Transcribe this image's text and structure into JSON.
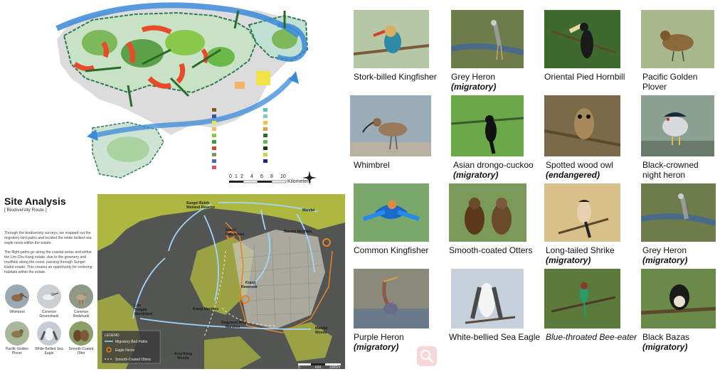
{
  "map_top": {
    "scale_labels": [
      "0",
      "1",
      "2",
      "4",
      "6",
      "8",
      "10"
    ],
    "scale_unit": "Kilometers",
    "legend_colors_left": [
      "#7a5a2a",
      "#3a52a8",
      "#f2e24a",
      "#f4b66a",
      "#8ac84a",
      "#3e9a3a",
      "#c84a3a",
      "#7a9a5a",
      "#4a6aa8",
      "#d85a6a"
    ],
    "legend_colors_right": [
      "#5ac0c8",
      "#8ac8b8",
      "#f2c040",
      "#e89a3a",
      "#2a6a2a",
      "#6ab84a",
      "#1a3a1a",
      "#c8d84a",
      "#1a2a6a"
    ]
  },
  "site_analysis": {
    "title": "Site Analysis",
    "subtitle": "[ Biodiversity Route ]",
    "para1": "Through the biodiversity surveys, we mapped out the migratory bird paths and located the white bellied sea eagle nests within the estate.",
    "para2": "The flight paths go along the coastal areas and within the Lim Chu Kang estate, due to the greenery and mudflats along the coast, passing through Sungei Kadut estate. This creates an opportunity for restoring habitats within the estate.",
    "circles": [
      {
        "label": "Whimbrel"
      },
      {
        "label": "Common Greenshank"
      },
      {
        "label": "Common Redshank"
      },
      {
        "label": "Pacific Golden Plover"
      },
      {
        "label": "White Bellied Sea Eagle"
      },
      {
        "label": "Smooth Coated Otter"
      }
    ]
  },
  "map_bottom": {
    "labels": {
      "l1": "Sungei Buloh",
      "l1b": "Wetland Reserve",
      "l2": "Kranji",
      "l2b": "Mangroves",
      "l3": "Mandai Mudflats",
      "l4": "Kranji",
      "l4b": "Reservoir",
      "l5": "Kranji Marshes",
      "l6": "Lim",
      "l6b": "Tengah",
      "l6c": "Marshland",
      "l7": "Stagmont Ring",
      "l7b": "Marshes",
      "l8": "Mandai",
      "l8b": "Woods",
      "l9": "Area Kang",
      "l9b": "Woods",
      "l10": "Mandai"
    },
    "legend": {
      "title": "LEGEND",
      "item1": "Migratory Bird Paths",
      "item2": "Eagle Nests",
      "item3": "Smooth-Coated Otters"
    },
    "scale": [
      "0",
      "600",
      "1000m"
    ]
  },
  "birds": [
    {
      "name": "Stork-billed Kingfisher",
      "status": ""
    },
    {
      "name": "Grey Heron",
      "status": "(migratory)"
    },
    {
      "name": "Oriental Pied Hornbill",
      "status": ""
    },
    {
      "name": "Pacific Golden",
      "name2": "Plover",
      "status": ""
    },
    {
      "name": "Whimbrel",
      "status": ""
    },
    {
      "name": "Asian drongo-cuckoo",
      "status": "(migratory)"
    },
    {
      "name": "Spotted wood owl",
      "status": "(endangered)"
    },
    {
      "name": "Black-crowned",
      "name2": "night heron",
      "status": ""
    },
    {
      "name": "Common Kingfisher",
      "status": ""
    },
    {
      "name": "Smooth-coated Otters",
      "status": ""
    },
    {
      "name": "Long-tailed Shrike",
      "status": "(migratory)"
    },
    {
      "name": "Grey Heron",
      "status": "(migratory)"
    },
    {
      "name": "Purple Heron",
      "status": "(migratory)"
    },
    {
      "name": "White-bellied Sea Eagle",
      "status": ""
    },
    {
      "name": "Blue-throated Bee-eater",
      "status": ""
    },
    {
      "name": "Black Bazas",
      "status": "(migratory)"
    }
  ],
  "icons": {
    "north_arrow": "compass-icon",
    "search": "search-icon"
  }
}
